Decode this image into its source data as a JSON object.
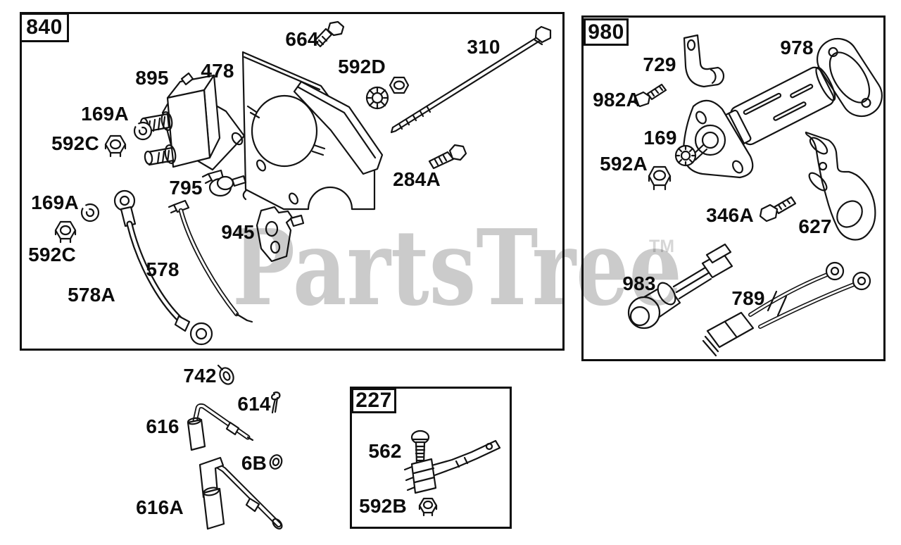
{
  "watermark": {
    "text": "PartsTree",
    "tm": "TM",
    "apparent_color": "#c9c9c9",
    "overlay_rgba": "rgba(10,10,10,0.21)",
    "tm_rgba": "rgba(10,10,10,0.17)"
  },
  "line_color": "#131313",
  "background": "#ffffff",
  "sections": {
    "s840": {
      "tag": "840",
      "parts": {
        "p664": "664",
        "p310": "310",
        "p592d": "592D",
        "p478": "478",
        "p895": "895",
        "p169a_top": "169A",
        "p592c_top": "592C",
        "p795": "795",
        "p284a": "284A",
        "p945": "945",
        "p169a_left": "169A",
        "p592c_left": "592C",
        "p578": "578",
        "p578a": "578A"
      }
    },
    "s980": {
      "tag": "980",
      "parts": {
        "p729": "729",
        "p978": "978",
        "p982a": "982A",
        "p169": "169",
        "p592a": "592A",
        "p346a": "346A",
        "p627": "627",
        "p983": "983",
        "p789": "789"
      }
    },
    "s227": {
      "tag": "227",
      "parts": {
        "p562": "562",
        "p592b": "592B"
      }
    },
    "loose": {
      "parts": {
        "p742": "742",
        "p614": "614",
        "p616": "616",
        "p6b": "6B",
        "p616a": "616A"
      }
    }
  }
}
